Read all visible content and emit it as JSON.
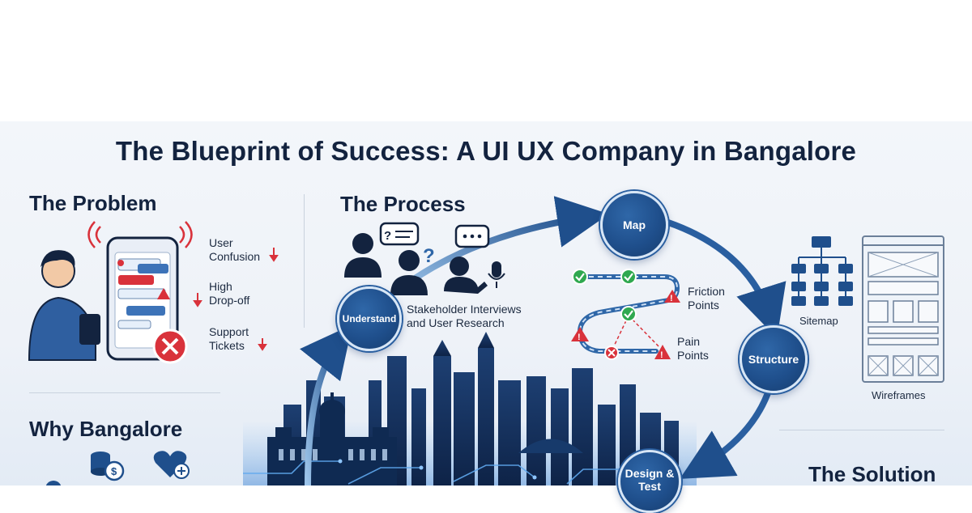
{
  "title": "The Blueprint of Success: A UI UX Company in Bangalore",
  "problem": {
    "heading": "The Problem",
    "items": [
      {
        "line1": "User",
        "line2": "Confusion"
      },
      {
        "line1": "High",
        "line2": "Drop-off"
      },
      {
        "line1": "Support",
        "line2": "Tickets"
      }
    ]
  },
  "why": {
    "heading": "Why Bangalore"
  },
  "process": {
    "heading": "The Process",
    "stages": {
      "understand": "Understand",
      "map": "Map",
      "structure": "Structure",
      "design": "Design & Test"
    },
    "stakeholder_line1": "Stakeholder Interviews",
    "stakeholder_line2": "and User Research",
    "friction_line1": "Friction",
    "friction_line2": "Points",
    "pain_line1": "Pain",
    "pain_line2": "Points"
  },
  "structure_outputs": {
    "sitemap": "Sitemap",
    "wireframes": "Wireframes"
  },
  "solution": {
    "heading": "The Solution"
  },
  "colors": {
    "navy": "#13233f",
    "accent_blue": "#1f4f8c",
    "alert_red": "#d9323b",
    "ok_green": "#2fa84f"
  }
}
